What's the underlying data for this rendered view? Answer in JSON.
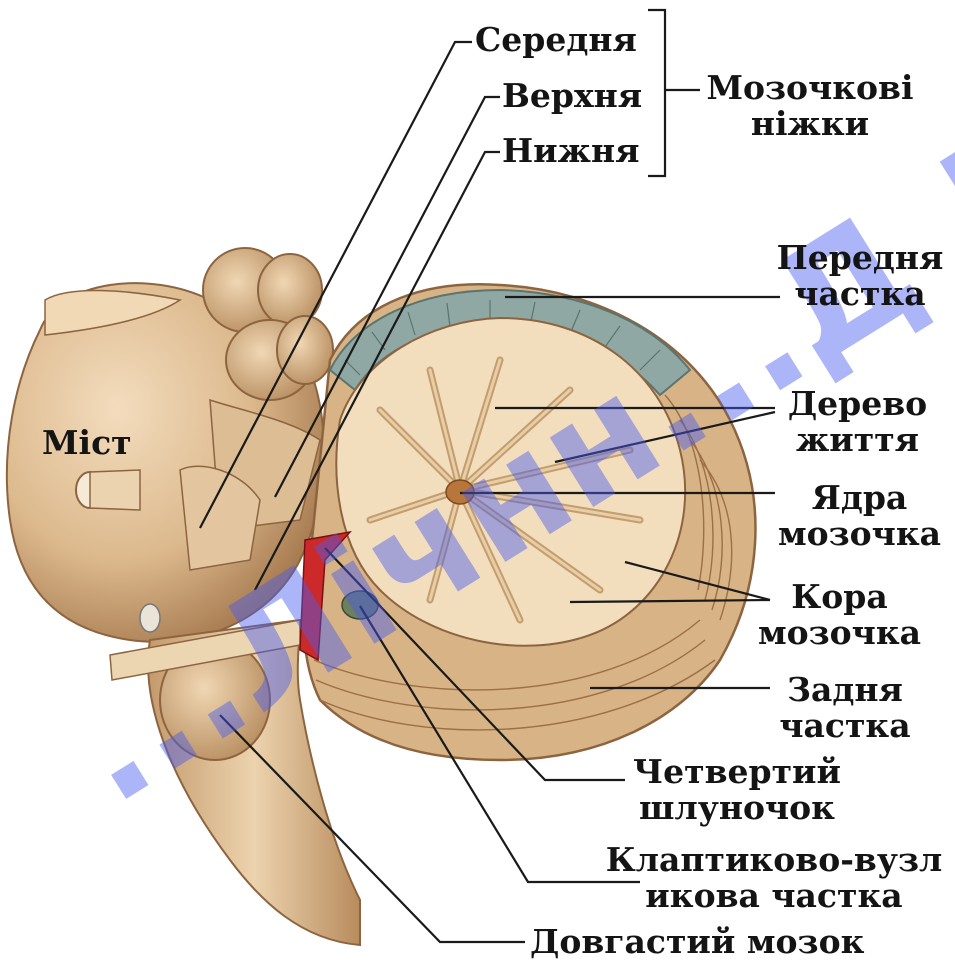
{
  "labels": {
    "peduncles_group": "Мозочкові ніжки",
    "middle": "Середня",
    "superior": "Верхня",
    "inferior": "Нижня",
    "pons": "Міст",
    "anterior_lobe": "Передня частка",
    "arbor_vitae": "Дерево життя",
    "nuclei": "Ядра мозочка",
    "cortex": "Кора мозочка",
    "posterior_lobe": "Задня частка",
    "fourth_ventricle": "Четвертий шлуночок",
    "flocculonodular": "Клаптиково-вузликова частка",
    "medulla": "Довгастий мозок"
  },
  "watermark": "...Лічнн...Д ДУФ",
  "colors": {
    "tissue": "#e2c29a",
    "tissue_shadow": "#b98d5e",
    "white_matter": "#f4e3c8",
    "anterior_lobe": "#8aa3a0",
    "ventricle": "#cc2a2a",
    "line": "#1a1a1a",
    "watermark": "#4658f0"
  }
}
